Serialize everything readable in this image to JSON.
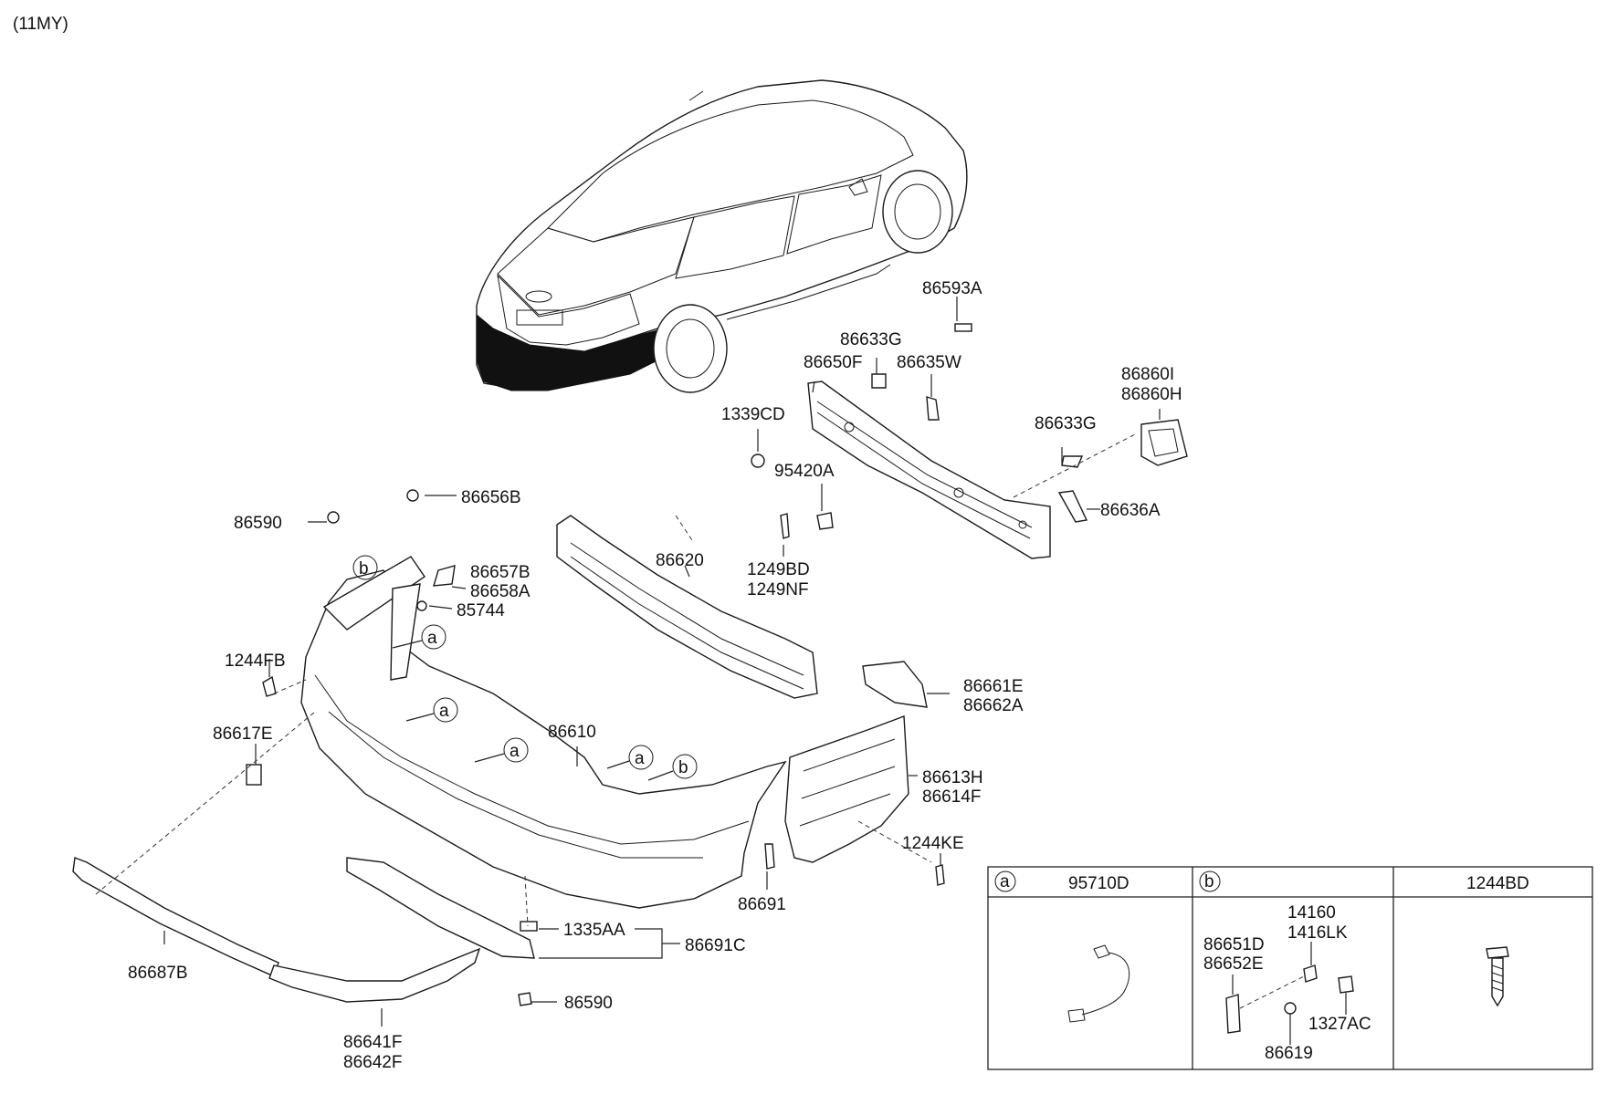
{
  "model_year": "(11MY)",
  "labels": {
    "p86593A": "86593A",
    "p86633G_1": "86633G",
    "p86650F": "86650F",
    "p86635W": "86635W",
    "p86860I": "86860I",
    "p86860H": "86860H",
    "p1339CD": "1339CD",
    "p86633G_2": "86633G",
    "p95420A": "95420A",
    "p86636A": "86636A",
    "p86656B": "86656B",
    "p86590_1": "86590",
    "p86620": "86620",
    "p1249BD": "1249BD",
    "p1249NF": "1249NF",
    "p86657B": "86657B",
    "p86658A": "86658A",
    "p85744": "85744",
    "p1244FB": "1244FB",
    "p86661E": "86661E",
    "p86662A": "86662A",
    "p86617E": "86617E",
    "p86610": "86610",
    "p86613H": "86613H",
    "p86614F": "86614F",
    "p1244KE": "1244KE",
    "p86691": "86691",
    "p1335AA": "1335AA",
    "p86691C": "86691C",
    "p86687B": "86687B",
    "p86590_2": "86590",
    "p86641F": "86641F",
    "p86642F": "86642F"
  },
  "callouts": {
    "a": "a",
    "b": "b"
  },
  "legend": {
    "col_a_code": "a",
    "col_a_part": "95710D",
    "col_b_code": "b",
    "col_c_part": "1244BD",
    "b_parts": {
      "p14160": "14160",
      "p1416LK": "1416LK",
      "p86651D": "86651D",
      "p86652E": "86652E",
      "p1327AC": "1327AC",
      "p86619": "86619"
    }
  }
}
